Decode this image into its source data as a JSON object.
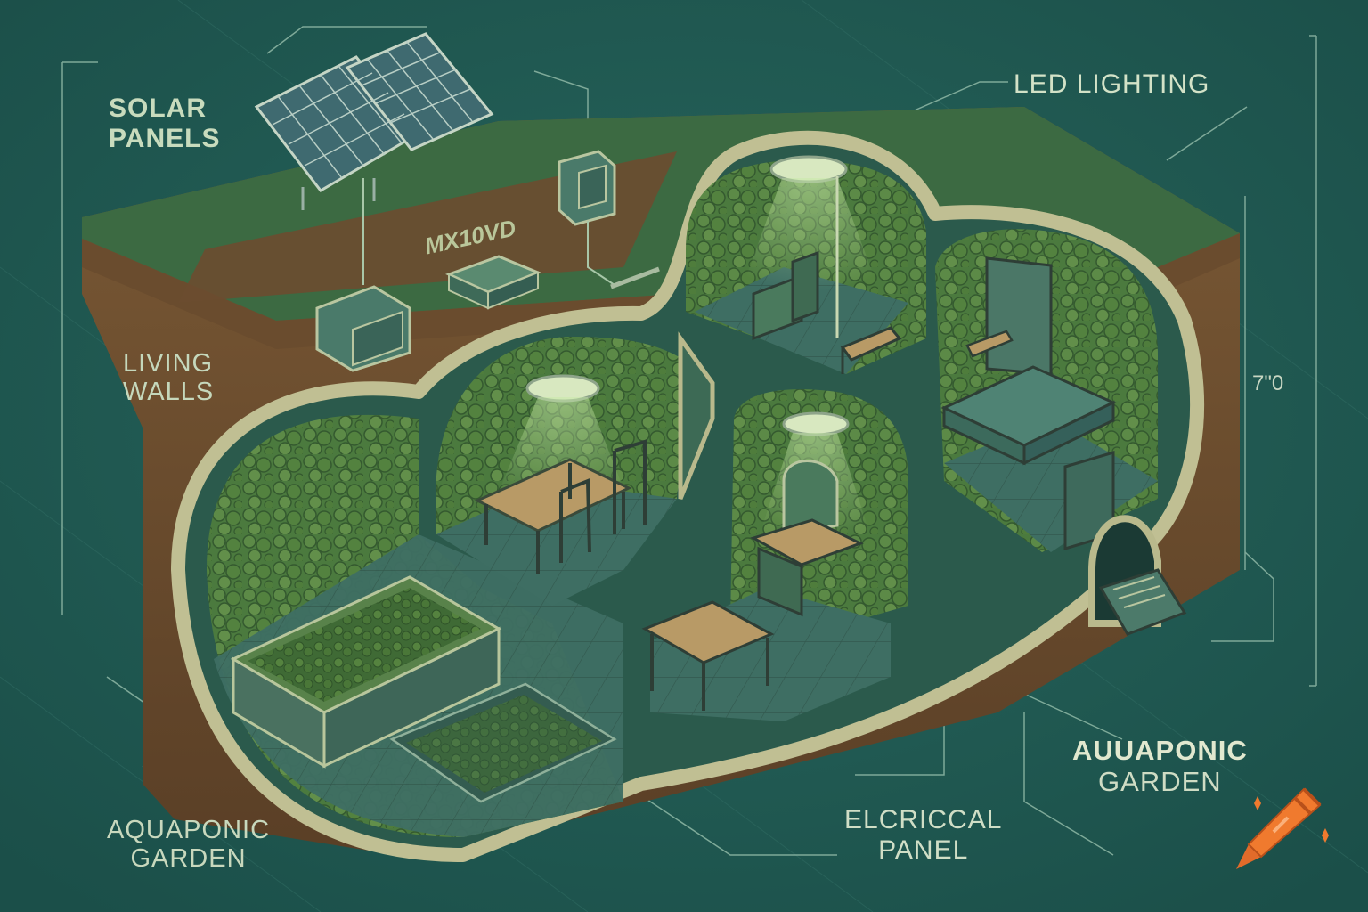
{
  "labels": {
    "solar": [
      "SOLAR",
      "PANELS"
    ],
    "led": "LED LIGHTING",
    "living": [
      "LIVING",
      "WALLS"
    ],
    "dimension": "7\"0",
    "aquaponic_right": [
      "AUUAPONIC",
      "GARDEN"
    ],
    "electrical": [
      "ELCRICCAL",
      "PANEL"
    ],
    "aquaponic_left": [
      "AQUAPONIC",
      "GARDEN"
    ],
    "sign": "MX10VD"
  },
  "logo_icon": "crayon-icon",
  "colors": {
    "background": "#1f5750",
    "soil": "#6d4e30",
    "grass": "#3f6e44",
    "moss": "#4f7a3e",
    "floor": "#3f6f62",
    "wall_edge": "#b9b98c",
    "line": "#a8c7a8"
  }
}
